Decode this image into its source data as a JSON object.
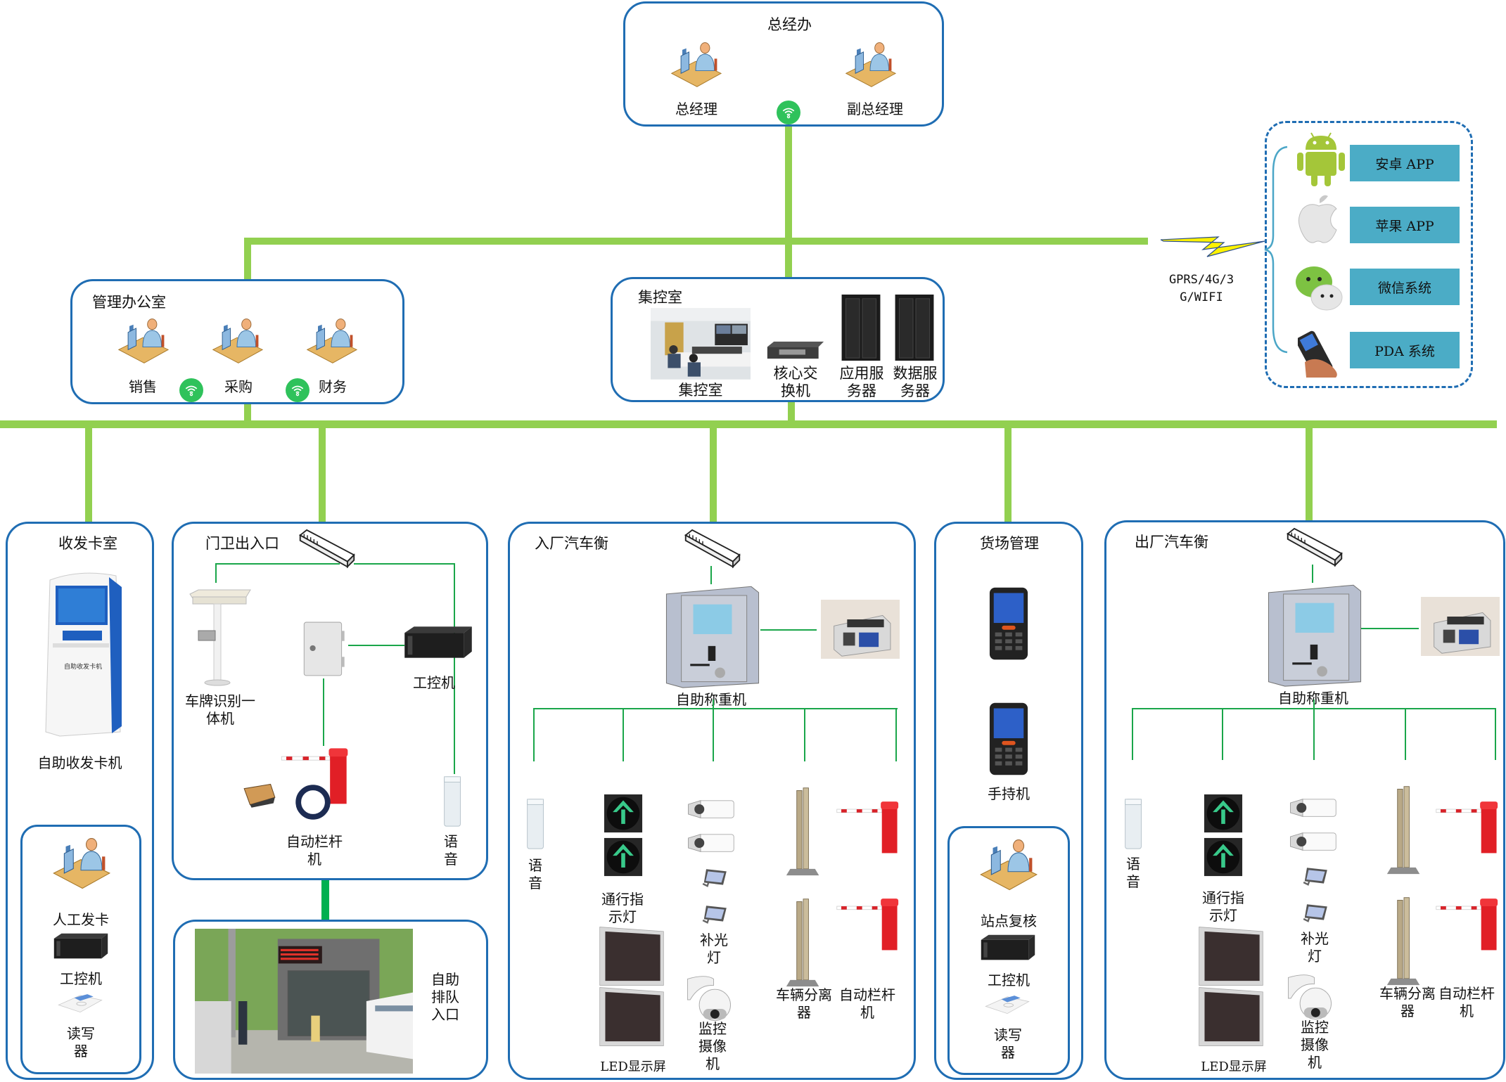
{
  "colors": {
    "bus": "#92d050",
    "link": "#1aa64a",
    "border": "#1f6db3",
    "app_label_bg": "#4bacc6",
    "wifi": "#2fc25b"
  },
  "gm_office": {
    "title": "总经办",
    "people": [
      "总经理",
      "副总经理"
    ],
    "icon": "wifi-icon"
  },
  "mgmt_office": {
    "title": "管理办公室",
    "people": [
      "销售",
      "采购",
      "财务"
    ]
  },
  "control_room": {
    "title": "集控室",
    "items": [
      "集控室",
      "核心交\n换机",
      "应用服\n务器",
      "数据服\n务器"
    ]
  },
  "mobile": {
    "link_label": "GPRS/4G/3\nG/WIFI",
    "apps": [
      {
        "icon": "android-icon",
        "label": "安卓 APP"
      },
      {
        "icon": "apple-icon",
        "label": "苹果 APP"
      },
      {
        "icon": "wechat-icon",
        "label": "微信系统"
      },
      {
        "icon": "pda-icon",
        "label": "PDA 系统"
      }
    ]
  },
  "card_room": {
    "title": "收发卡室",
    "kiosk": "自助收发卡机",
    "kiosk_print": "自助收发卡机",
    "manual": "人工发卡",
    "ipc": "工控机",
    "reader": "读写\n器"
  },
  "gate": {
    "title": "门卫出入口",
    "lpr": "车牌识别一\n体机",
    "ipc": "工控机",
    "barrier": "自动栏杆\n机",
    "voice": "语\n音"
  },
  "queue": {
    "label": "自助\n排队\n入口"
  },
  "in_scale": {
    "title": "入厂汽车衡",
    "kiosk": "自助称重机",
    "voice": "语\n音",
    "signal": "通行指\n示灯",
    "led": "LED显示屏",
    "fill_light": "补光\n灯",
    "camera": "监控\n摄像\n机",
    "separator": "车辆分离\n器",
    "barrier": "自动栏杆\n机"
  },
  "yard": {
    "title": "货场管理",
    "handheld": "手持机",
    "review": "站点复核",
    "ipc": "工控机",
    "reader": "读写\n器"
  },
  "out_scale": {
    "title": "出厂汽车衡",
    "kiosk": "自助称重机",
    "voice": "语\n音",
    "signal": "通行指\n示灯",
    "led": "LED显示屏",
    "fill_light": "补光\n灯",
    "camera": "监控\n摄像\n机",
    "separator": "车辆分离\n器",
    "barrier": "自动栏杆\n机"
  }
}
